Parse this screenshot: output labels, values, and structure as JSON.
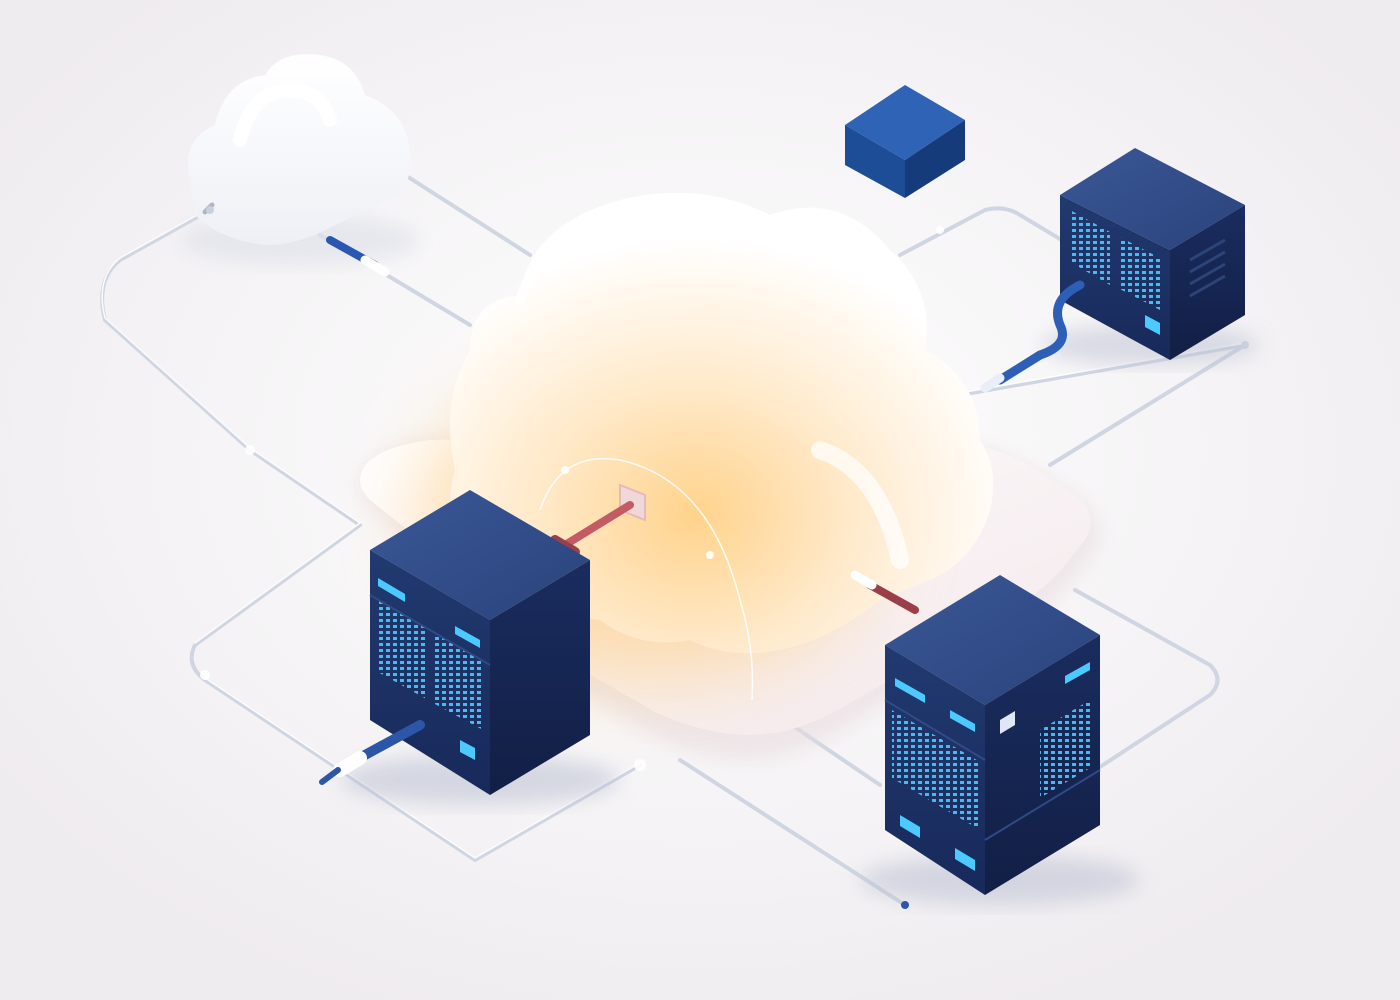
{
  "scene": {
    "style": "isometric 3D illustration",
    "background_color": "#f4f2f3",
    "elements": [
      {
        "name": "central-cloud",
        "color": "#fff4e6",
        "glow": "#ffd79a"
      },
      {
        "name": "small-cloud",
        "color": "#ffffff"
      },
      {
        "name": "server-rack-left",
        "color": "#1f3668",
        "led": "#3fc6ff"
      },
      {
        "name": "server-rack-right-front",
        "color": "#1f3668",
        "led": "#3fc6ff"
      },
      {
        "name": "server-rack-right-back",
        "color": "#1f3668",
        "led": "#3fc6ff"
      },
      {
        "name": "blue-cube",
        "color": "#1f4f99"
      },
      {
        "name": "network-cables",
        "color": "#d9dde6"
      },
      {
        "name": "cable-connectors",
        "color": "#2c56a8"
      }
    ]
  }
}
